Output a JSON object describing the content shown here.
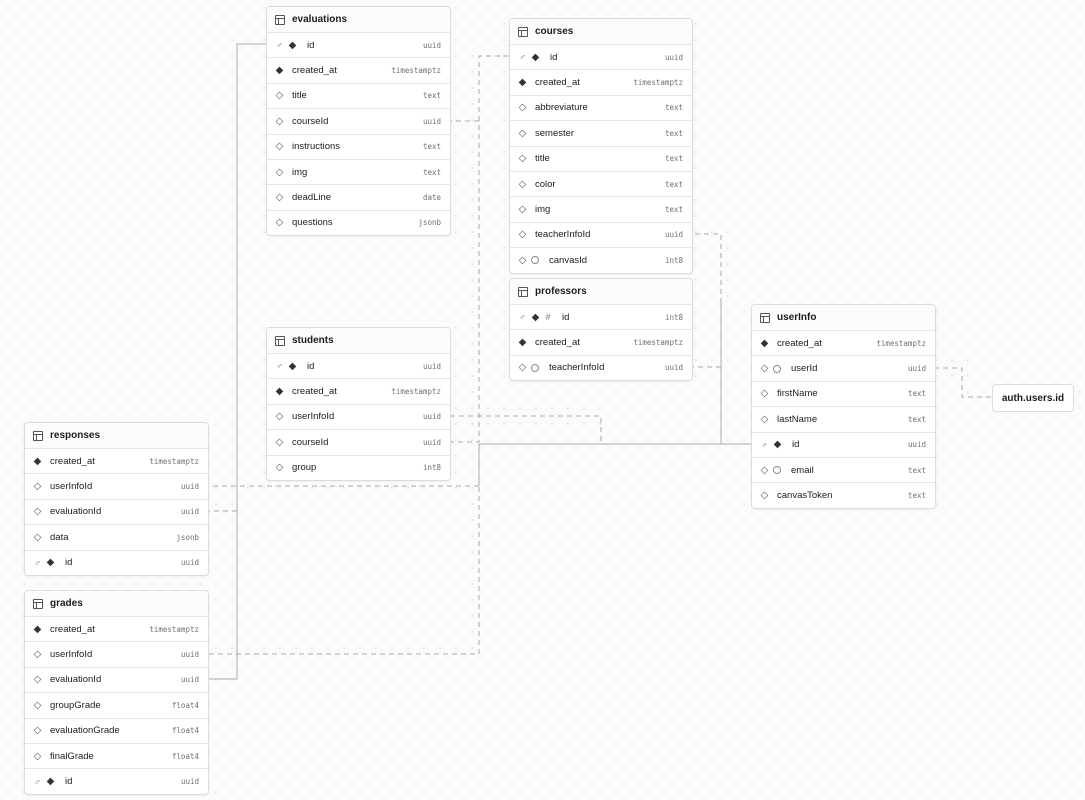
{
  "tables": [
    {
      "id": "evaluations",
      "name": "evaluations",
      "columns": [
        {
          "name": "id",
          "type": "uuid",
          "pk": true,
          "nullable": false
        },
        {
          "name": "created_at",
          "type": "timestamptz",
          "nullable": false
        },
        {
          "name": "title",
          "type": "text",
          "nullable": true
        },
        {
          "name": "courseId",
          "type": "uuid",
          "nullable": true
        },
        {
          "name": "instructions",
          "type": "text",
          "nullable": true
        },
        {
          "name": "img",
          "type": "text",
          "nullable": true
        },
        {
          "name": "deadLine",
          "type": "date",
          "nullable": true
        },
        {
          "name": "questions",
          "type": "jsonb",
          "nullable": true
        }
      ]
    },
    {
      "id": "courses",
      "name": "courses",
      "columns": [
        {
          "name": "id",
          "type": "uuid",
          "pk": true,
          "nullable": false
        },
        {
          "name": "created_at",
          "type": "timestamptz",
          "nullable": false
        },
        {
          "name": "abbreviature",
          "type": "text",
          "nullable": true
        },
        {
          "name": "semester",
          "type": "text",
          "nullable": true
        },
        {
          "name": "title",
          "type": "text",
          "nullable": true
        },
        {
          "name": "color",
          "type": "text",
          "nullable": true
        },
        {
          "name": "img",
          "type": "text",
          "nullable": true
        },
        {
          "name": "teacherInfoId",
          "type": "uuid",
          "nullable": true
        },
        {
          "name": "canvasId",
          "type": "int8",
          "nullable": true,
          "unique": true
        }
      ]
    },
    {
      "id": "professors",
      "name": "professors",
      "columns": [
        {
          "name": "id",
          "type": "int8",
          "pk": true,
          "nullable": false,
          "identity": true
        },
        {
          "name": "created_at",
          "type": "timestamptz",
          "nullable": false
        },
        {
          "name": "teacherInfoId",
          "type": "uuid",
          "nullable": true,
          "unique": true
        }
      ]
    },
    {
      "id": "students",
      "name": "students",
      "columns": [
        {
          "name": "id",
          "type": "uuid",
          "pk": true,
          "nullable": false
        },
        {
          "name": "created_at",
          "type": "timestamptz",
          "nullable": false
        },
        {
          "name": "userInfoId",
          "type": "uuid",
          "nullable": true
        },
        {
          "name": "courseId",
          "type": "uuid",
          "nullable": true
        },
        {
          "name": "group",
          "type": "int8",
          "nullable": true
        }
      ]
    },
    {
      "id": "responses",
      "name": "responses",
      "columns": [
        {
          "name": "created_at",
          "type": "timestamptz",
          "nullable": false
        },
        {
          "name": "userInfoId",
          "type": "uuid",
          "nullable": true
        },
        {
          "name": "evaluationId",
          "type": "uuid",
          "nullable": true
        },
        {
          "name": "data",
          "type": "jsonb",
          "nullable": true
        },
        {
          "name": "id",
          "type": "uuid",
          "pk": true,
          "nullable": false
        }
      ]
    },
    {
      "id": "grades",
      "name": "grades",
      "columns": [
        {
          "name": "created_at",
          "type": "timestamptz",
          "nullable": false
        },
        {
          "name": "userInfoId",
          "type": "uuid",
          "nullable": true
        },
        {
          "name": "evaluationId",
          "type": "uuid",
          "nullable": true
        },
        {
          "name": "groupGrade",
          "type": "float4",
          "nullable": true
        },
        {
          "name": "evaluationGrade",
          "type": "float4",
          "nullable": true
        },
        {
          "name": "finalGrade",
          "type": "float4",
          "nullable": true
        },
        {
          "name": "id",
          "type": "uuid",
          "pk": true,
          "nullable": false
        }
      ]
    },
    {
      "id": "userInfo",
      "name": "userInfo",
      "columns": [
        {
          "name": "created_at",
          "type": "timestamptz",
          "nullable": false
        },
        {
          "name": "userId",
          "type": "uuid",
          "nullable": true,
          "unique": true
        },
        {
          "name": "firstName",
          "type": "text",
          "nullable": true
        },
        {
          "name": "lastName",
          "type": "text",
          "nullable": true
        },
        {
          "name": "id",
          "type": "uuid",
          "pk": true,
          "nullable": false
        },
        {
          "name": "email",
          "type": "text",
          "nullable": true,
          "unique": true
        },
        {
          "name": "canvasToken",
          "type": "text",
          "nullable": true
        }
      ]
    }
  ],
  "external_ref": {
    "label": "auth.users.id"
  },
  "colors": {
    "canvas": "#fbfbfb",
    "card": "#ffffff",
    "border": "#dcdcdc",
    "link": "#a6a6a6"
  }
}
